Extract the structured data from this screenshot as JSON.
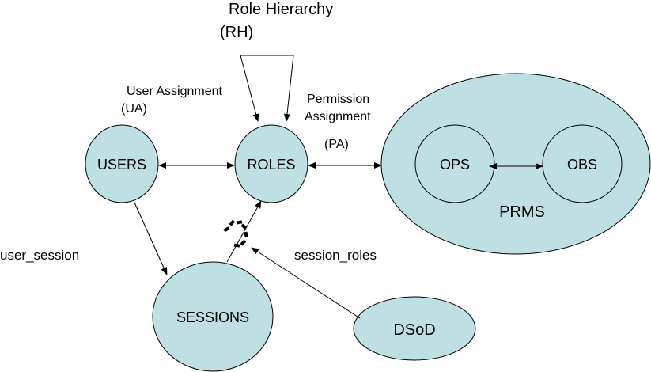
{
  "title": {
    "line1": "Role Hierarchy",
    "line2": "(RH)"
  },
  "nodes": {
    "users": "USERS",
    "roles": "ROLES",
    "sessions": "SESSIONS",
    "dsod": "DSoD",
    "prms": "PRMS",
    "ops": "OPS",
    "obs": "OBS"
  },
  "labels": {
    "user_assignment": "User Assignment",
    "ua": "(UA)",
    "permission": "Permission",
    "assignment": "Assignment",
    "pa": "(PA)",
    "user_session": "user_session",
    "session_roles": "session_roles"
  },
  "colors": {
    "fill": "#bfe0e2",
    "stroke": "#000000",
    "text": "#000000"
  }
}
